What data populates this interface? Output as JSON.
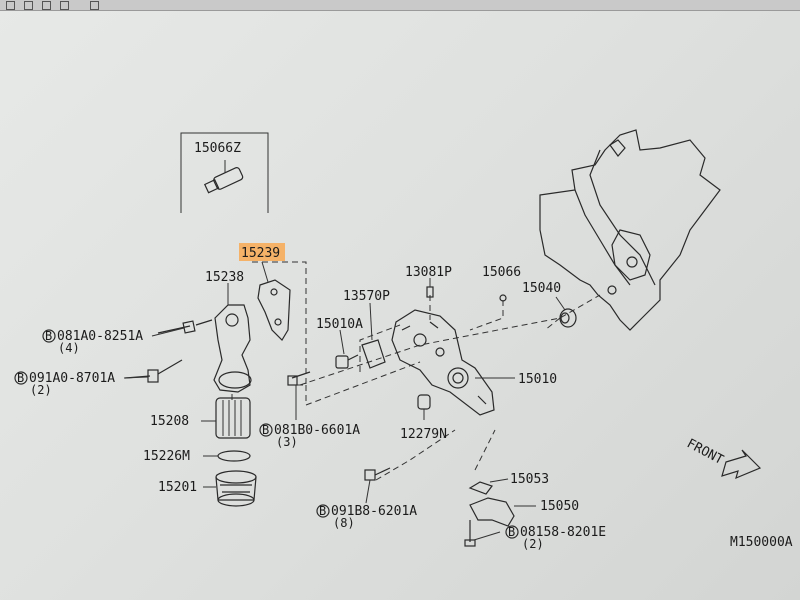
{
  "diagram": {
    "inset_label": "15066Z",
    "highlighted_label": "15239",
    "drawing_code": "M150000A",
    "front_label": "FRONT",
    "labels": {
      "p15238": "15238",
      "p13081P": "13081P",
      "p15066": "15066",
      "p15040": "15040",
      "p13570P": "13570P",
      "p15010A": "15010A",
      "p15010": "15010",
      "p12279N": "12279N",
      "p15208": "15208",
      "p15226M": "15226M",
      "p15201": "15201",
      "p15053": "15053",
      "p15050": "15050"
    },
    "bolts": [
      {
        "code": "081A0-8251A",
        "qty": "(4)"
      },
      {
        "code": "091A0-8701A",
        "qty": "(2)"
      },
      {
        "code": "081B0-6601A",
        "qty": "(3)"
      },
      {
        "code": "091B8-6201A",
        "qty": "(8)"
      },
      {
        "code": "08158-8201E",
        "qty": "(2)"
      }
    ],
    "bolt_marker": "B"
  },
  "colors": {
    "highlight": "#f5b268",
    "line": "#2a2a2a"
  }
}
